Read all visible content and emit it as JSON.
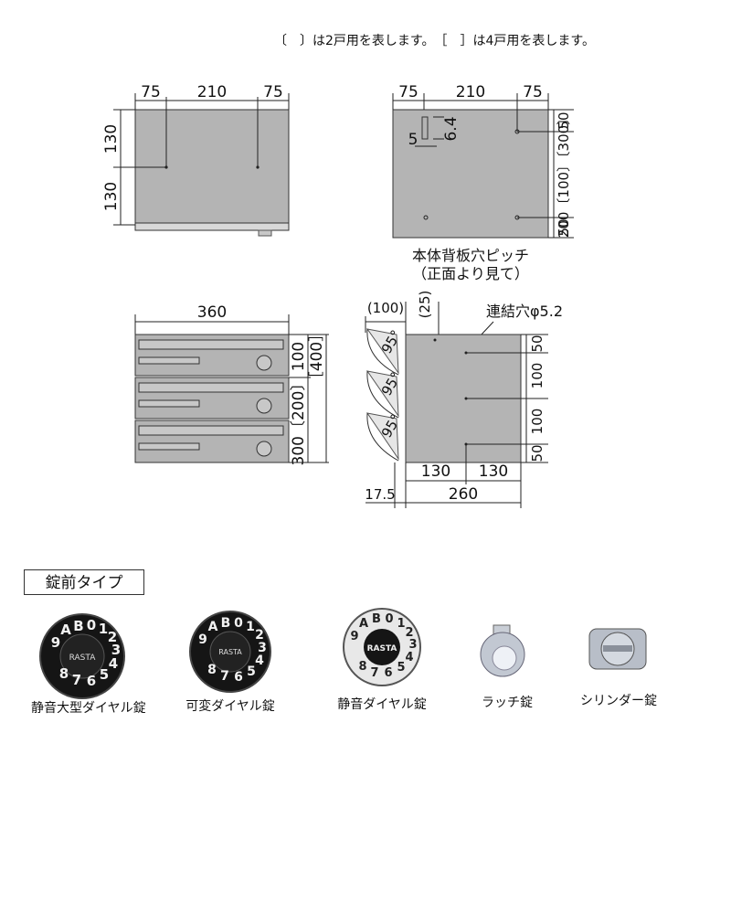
{
  "legend_text": "〔　〕は2戸用を表します。　［　］は4戸用を表します。",
  "front_top": {
    "dims_top": [
      "75",
      "210",
      "75"
    ],
    "dims_left": [
      "130",
      "130"
    ]
  },
  "back_top": {
    "dims_top": [
      "75",
      "210",
      "75"
    ],
    "dims_right": [
      "50",
      "200〔100〕〔300〕",
      "50"
    ],
    "dim_5": "5",
    "dim_64": "6.4",
    "caption_line1": "本体背板穴ピッチ",
    "caption_line2": "（正面より見て）"
  },
  "front_stack": {
    "width": "360",
    "dim_100": "100",
    "dim_300": "300〔200〕",
    "dim_400": "［400］"
  },
  "side_stack": {
    "dim_100": "(100)",
    "dim_25": "(25)",
    "connector": "連結穴φ5.2",
    "dims_right": [
      "50",
      "100",
      "100",
      "50"
    ],
    "dims_bottom": [
      "130",
      "130"
    ],
    "dim_175": "17.5",
    "dim_260": "260",
    "angle": "95°"
  },
  "section_title": "錠前タイプ",
  "locks": [
    {
      "label": "静音大型ダイヤル錠",
      "chars": "9AB01234567 8",
      "brand": "RASTA"
    },
    {
      "label": "可変ダイヤル錠",
      "chars": "9AB01234567 8",
      "brand": "RASTA"
    },
    {
      "label": "静音ダイヤル錠",
      "chars": "9AB01234567 8",
      "brand": "RASTA"
    },
    {
      "label": "ラッチ錠"
    },
    {
      "label": "シリンダー錠"
    }
  ],
  "colors": {
    "panel": "#b4b4b4",
    "line": "#222222",
    "dial": "#151515"
  }
}
